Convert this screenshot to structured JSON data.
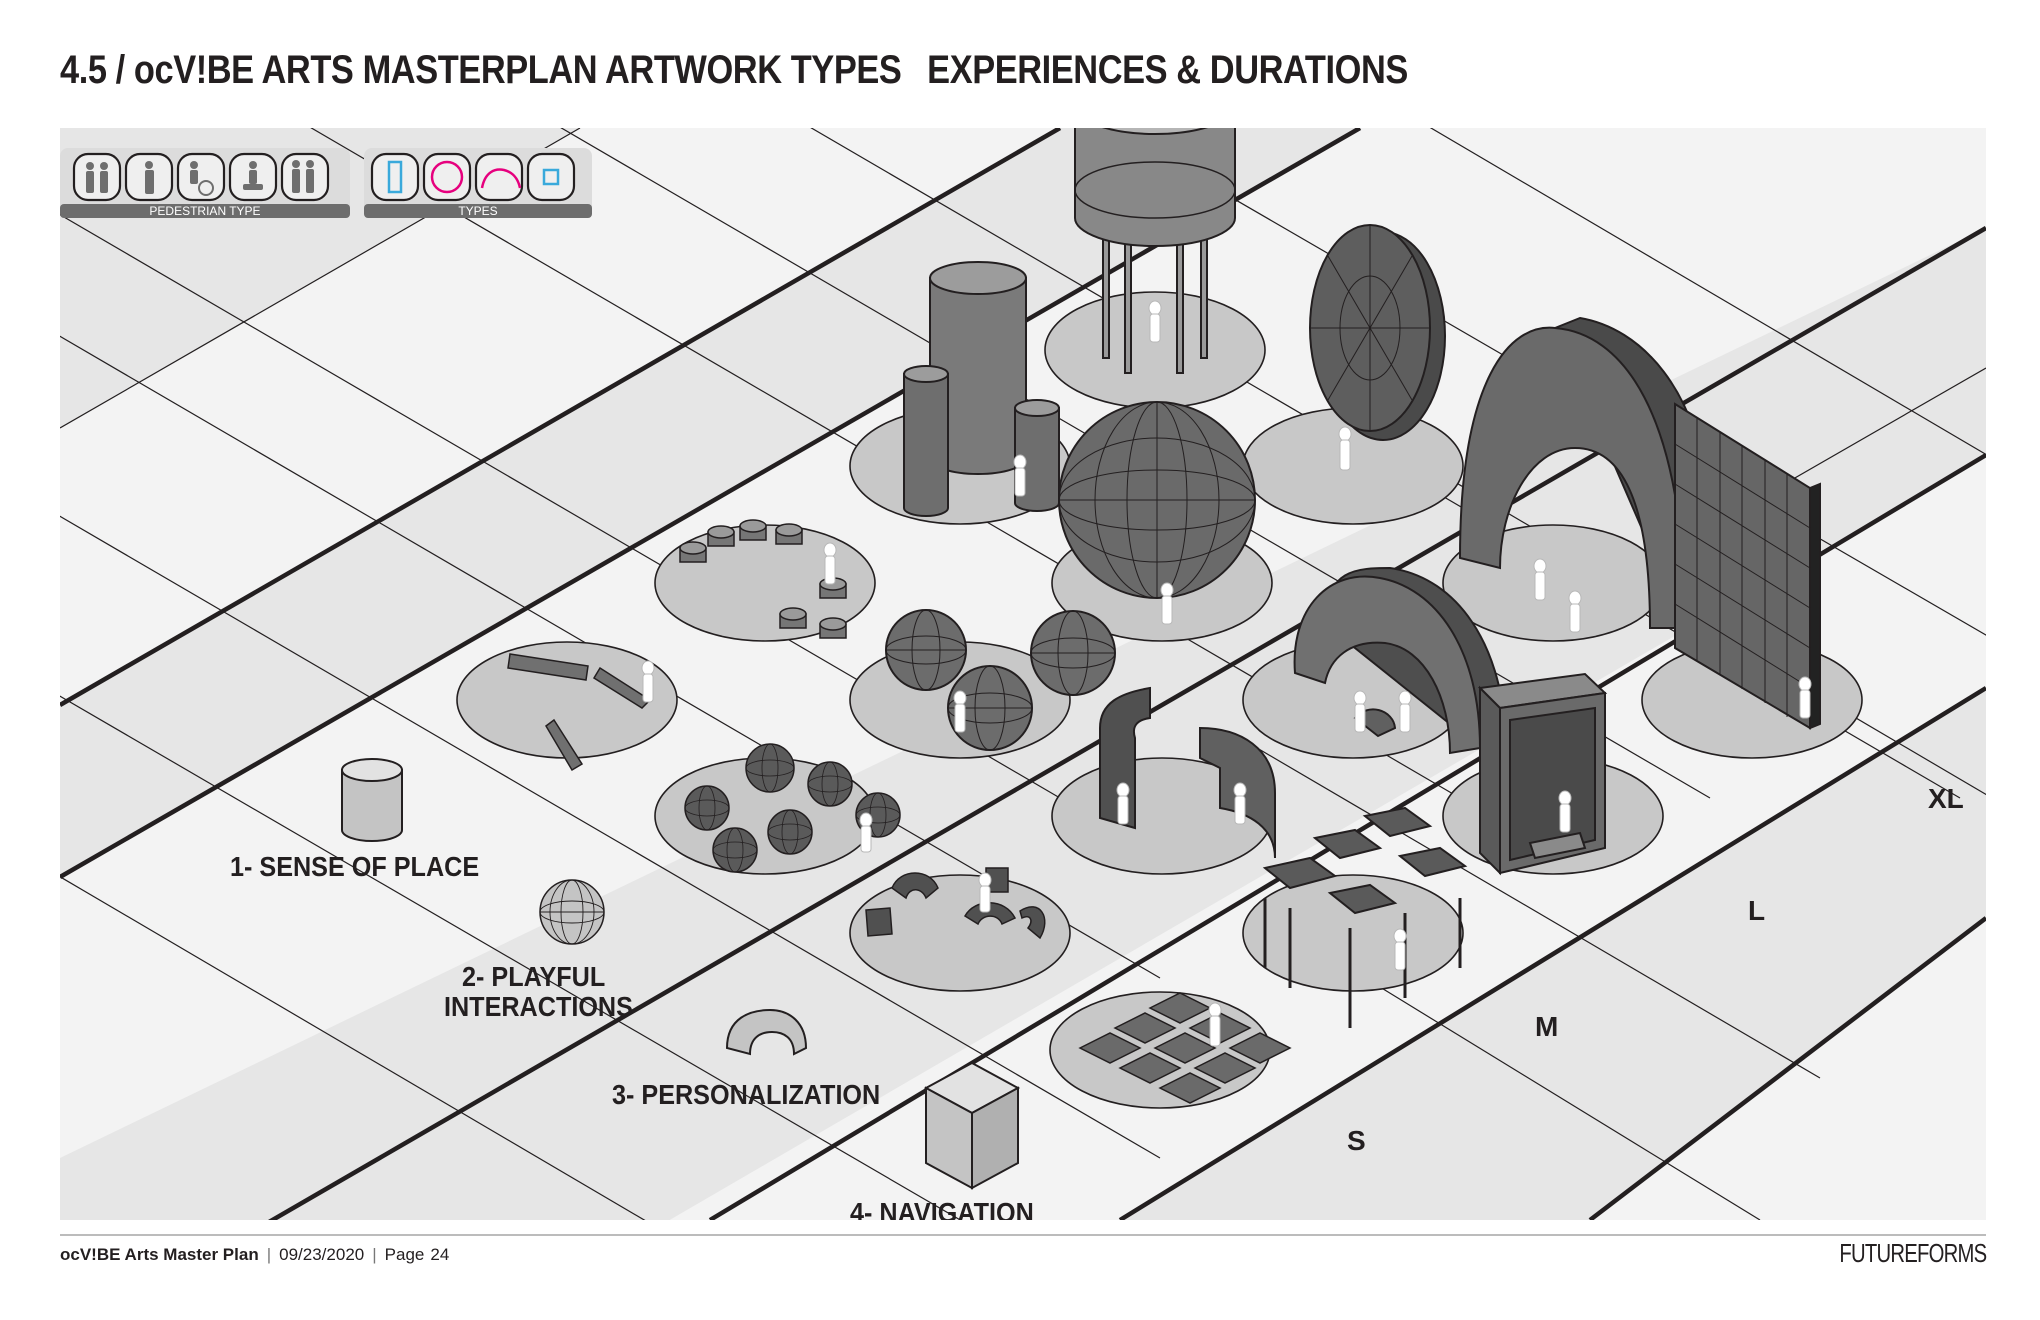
{
  "title": {
    "main": "4.5 / ocV!BE ARTS MASTERPLAN ARTWORK TYPES",
    "sub": "EXPERIENCES & DURATIONS"
  },
  "legend": {
    "pedestrian_label": "PEDESTRIAN TYPE",
    "pedestrian_icons": [
      "group-of-people-icon",
      "walking-person-icon",
      "wheelchair-user-icon",
      "cyclist-icon",
      "seated-person-icon",
      "family-icon"
    ],
    "types_label": "TYPES",
    "type_icons": [
      "tall-rectangle-icon",
      "circle-icon",
      "arch-icon",
      "small-square-icon"
    ],
    "type_colors": {
      "rectangle": "#39a9db",
      "circle": "#e6007e",
      "arch": "#e6007e",
      "square": "#39a9db"
    }
  },
  "categories": [
    {
      "label": "1- SENSE OF PLACE",
      "icon": "cylinder-icon"
    },
    {
      "label_line1": "2- PLAYFUL",
      "label_line2": "INTERACTIONS",
      "icon": "sphere-icon"
    },
    {
      "label": "3- PERSONALIZATION",
      "icon": "arch-icon"
    },
    {
      "label": "4- NAVIGATION",
      "icon": "cube-icon"
    }
  ],
  "scales": [
    "S",
    "M",
    "L",
    "XL"
  ],
  "footer": {
    "doc_title": "ocV!BE Arts Master Plan",
    "date": "09/23/2020",
    "page_label": "Page",
    "page_number": "24",
    "brand": "FUTUREFORMS"
  },
  "colors": {
    "band_light": "#f3f3f3",
    "band_mid": "#e6e6e6",
    "pad": "#c8c8c8",
    "object_dark": "#555555",
    "object_mid": "#7d7d7d",
    "ink": "#231f20"
  }
}
